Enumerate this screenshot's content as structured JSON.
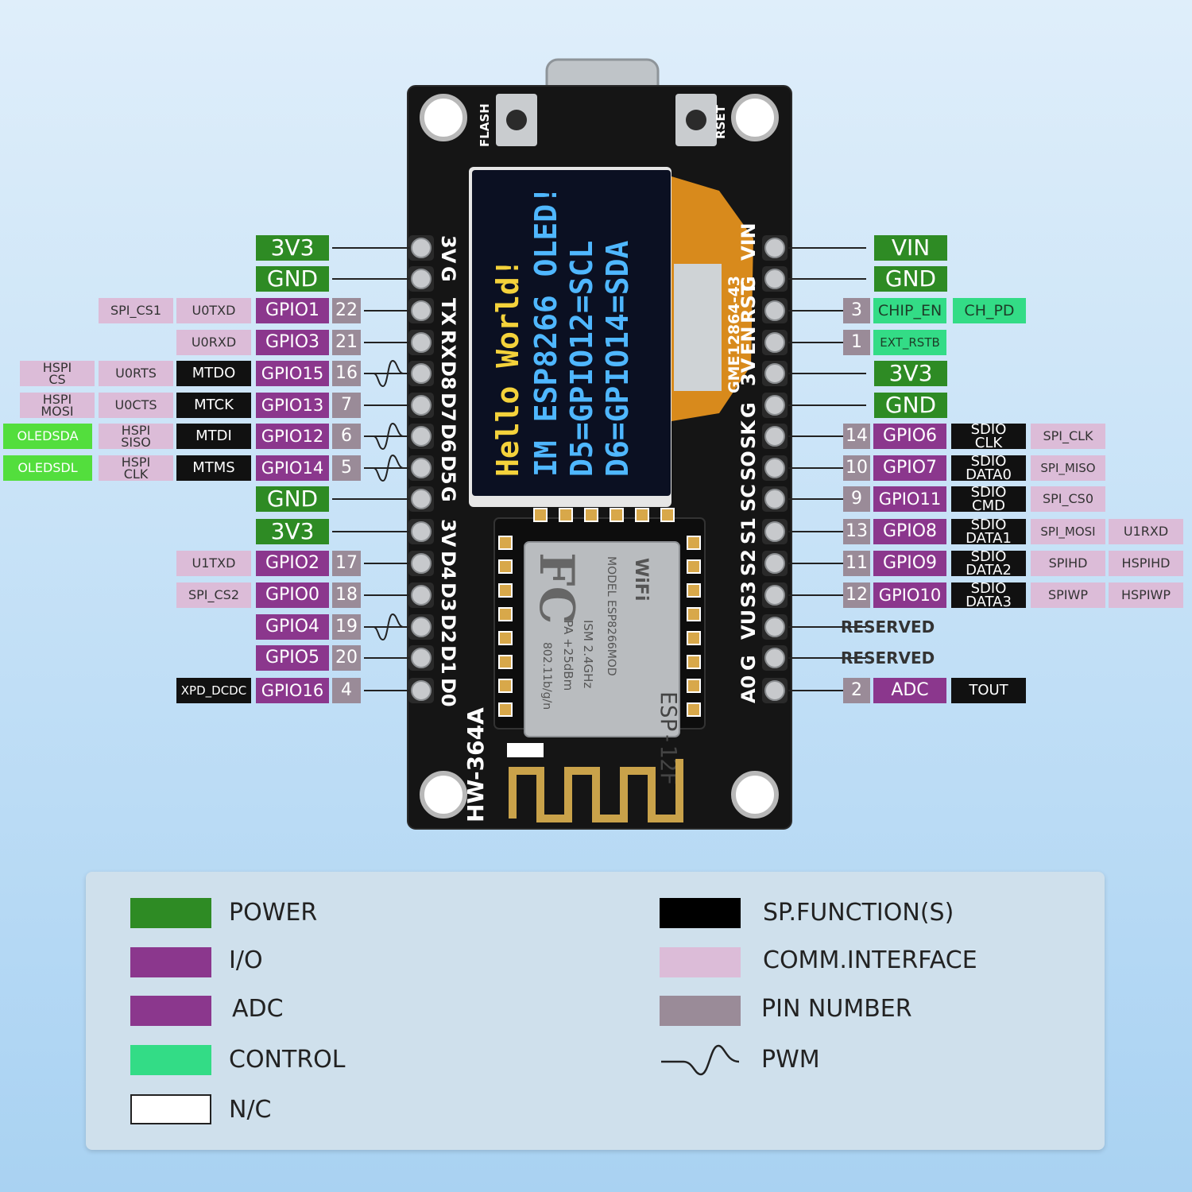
{
  "board": {
    "model": "HW-364A",
    "button_flash": "FLASH",
    "button_reset": "RSET",
    "oled_line1": "Hello World!",
    "oled_line2": "IM ESP8266 OLED!",
    "oled_line3": "D5=GPIO12=SCL",
    "oled_line4": "D6=GPIO14=SDA",
    "ribbon_text": "GME12864-43",
    "module_name": "ESP-12F",
    "module_model": "MODEL ESP8266MOD",
    "module_band": "ISM 2.4GHz",
    "module_power": "PA +25dBm",
    "module_std": "802.11b/g/n",
    "wifi_logo": "WiFi",
    "fcc_logo": "FC",
    "left_silk": [
      "3V",
      "G",
      "TX",
      "RX",
      "D8",
      "D7",
      "D6",
      "D5",
      "G",
      "3V",
      "D4",
      "D3",
      "D2",
      "D1",
      "D0"
    ],
    "right_silk": [
      "VIN",
      "G",
      "RST",
      "EN",
      "3V",
      "G",
      "SK",
      "SO",
      "SC",
      "S1",
      "S2",
      "S3",
      "VU",
      "G",
      "A0"
    ]
  },
  "left_pins": [
    {
      "main": "3V3",
      "type": "power"
    },
    {
      "main": "GND",
      "type": "power"
    },
    {
      "main": "GPIO1",
      "num": "22",
      "sp": "",
      "comm1": "U0TXD",
      "comm2": "SPI_CS1",
      "extra": ""
    },
    {
      "main": "GPIO3",
      "num": "21",
      "sp": "",
      "comm1": "U0RXD",
      "comm2": "",
      "extra": ""
    },
    {
      "main": "GPIO15",
      "num": "16",
      "sp": "MTDO",
      "comm1": "U0RTS",
      "comm2": "HSPI CS",
      "extra": "",
      "pwm": true
    },
    {
      "main": "GPIO13",
      "num": "7",
      "sp": "MTCK",
      "comm1": "U0CTS",
      "comm2": "HSPI MOSI",
      "extra": ""
    },
    {
      "main": "GPIO12",
      "num": "6",
      "sp": "MTDI",
      "comm1": "HSPI SISO",
      "comm2": "",
      "extra": "OLEDSDA",
      "pwm": true
    },
    {
      "main": "GPIO14",
      "num": "5",
      "sp": "MTMS",
      "comm1": "HSPI CLK",
      "comm2": "",
      "extra": "OLEDSDL",
      "pwm": true
    },
    {
      "main": "GND",
      "type": "power"
    },
    {
      "main": "3V3",
      "type": "power"
    },
    {
      "main": "GPIO2",
      "num": "17",
      "sp": "",
      "comm1": "U1TXD",
      "comm2": "",
      "extra": ""
    },
    {
      "main": "GPIO0",
      "num": "18",
      "sp": "",
      "comm1": "SPI_CS2",
      "comm2": "",
      "extra": ""
    },
    {
      "main": "GPIO4",
      "num": "19",
      "sp": "",
      "comm1": "",
      "comm2": "",
      "extra": "",
      "pwm": true
    },
    {
      "main": "GPIO5",
      "num": "20",
      "sp": "",
      "comm1": "",
      "comm2": "",
      "extra": ""
    },
    {
      "main": "GPIO16",
      "num": "4",
      "sp": "XPD_DCDC",
      "comm1": "",
      "comm2": "",
      "extra": ""
    }
  ],
  "right_pins": [
    {
      "main": "VIN",
      "type": "power"
    },
    {
      "main": "GND",
      "type": "power"
    },
    {
      "num": "3",
      "ctrl1": "CHIP_EN",
      "ctrl2": "CH_PD"
    },
    {
      "num": "1",
      "ctrl1": "EXT_RSTB"
    },
    {
      "main": "3V3",
      "type": "power"
    },
    {
      "main": "GND",
      "type": "power"
    },
    {
      "num": "14",
      "main": "GPIO6",
      "sp": "SDIO CLK",
      "comm1": "SPI_CLK",
      "comm2": ""
    },
    {
      "num": "10",
      "main": "GPIO7",
      "sp": "SDIO DATA0",
      "comm1": "SPI_MISO",
      "comm2": ""
    },
    {
      "num": "9",
      "main": "GPIO11",
      "sp": "SDIO CMD",
      "comm1": "SPI_CS0",
      "comm2": ""
    },
    {
      "num": "13",
      "main": "GPIO8",
      "sp": "SDIO DATA1",
      "comm1": "SPI_MOSI",
      "comm2": "U1RXD"
    },
    {
      "num": "11",
      "main": "GPIO9",
      "sp": "SDIO DATA2",
      "comm1": "SPIHD",
      "comm2": "HSPIHD"
    },
    {
      "num": "12",
      "main": "GPIO10",
      "sp": "SDIO DATA3",
      "comm1": "SPIWP",
      "comm2": "HSPIWP"
    },
    {
      "reserved": "RESERVED"
    },
    {
      "reserved": "RESERVED"
    },
    {
      "num": "2",
      "main": "ADC",
      "sp": "TOUT"
    }
  ],
  "legend": {
    "power": "POWER",
    "io": "I/O",
    "adc": "ADC",
    "control": "CONTROL",
    "nc": "N/C",
    "sp": "SP.FUNCTION(S)",
    "comm": "COMM.INTERFACE",
    "pin": "PIN NUMBER",
    "pwm": "PWM"
  },
  "colors": {
    "power": "#2e8b24",
    "io": "#8b378d",
    "sp": "#111111",
    "comm": "#dcbcd8",
    "pin": "#9a8b98",
    "control": "#33dc86",
    "oled": "#53de3d"
  }
}
